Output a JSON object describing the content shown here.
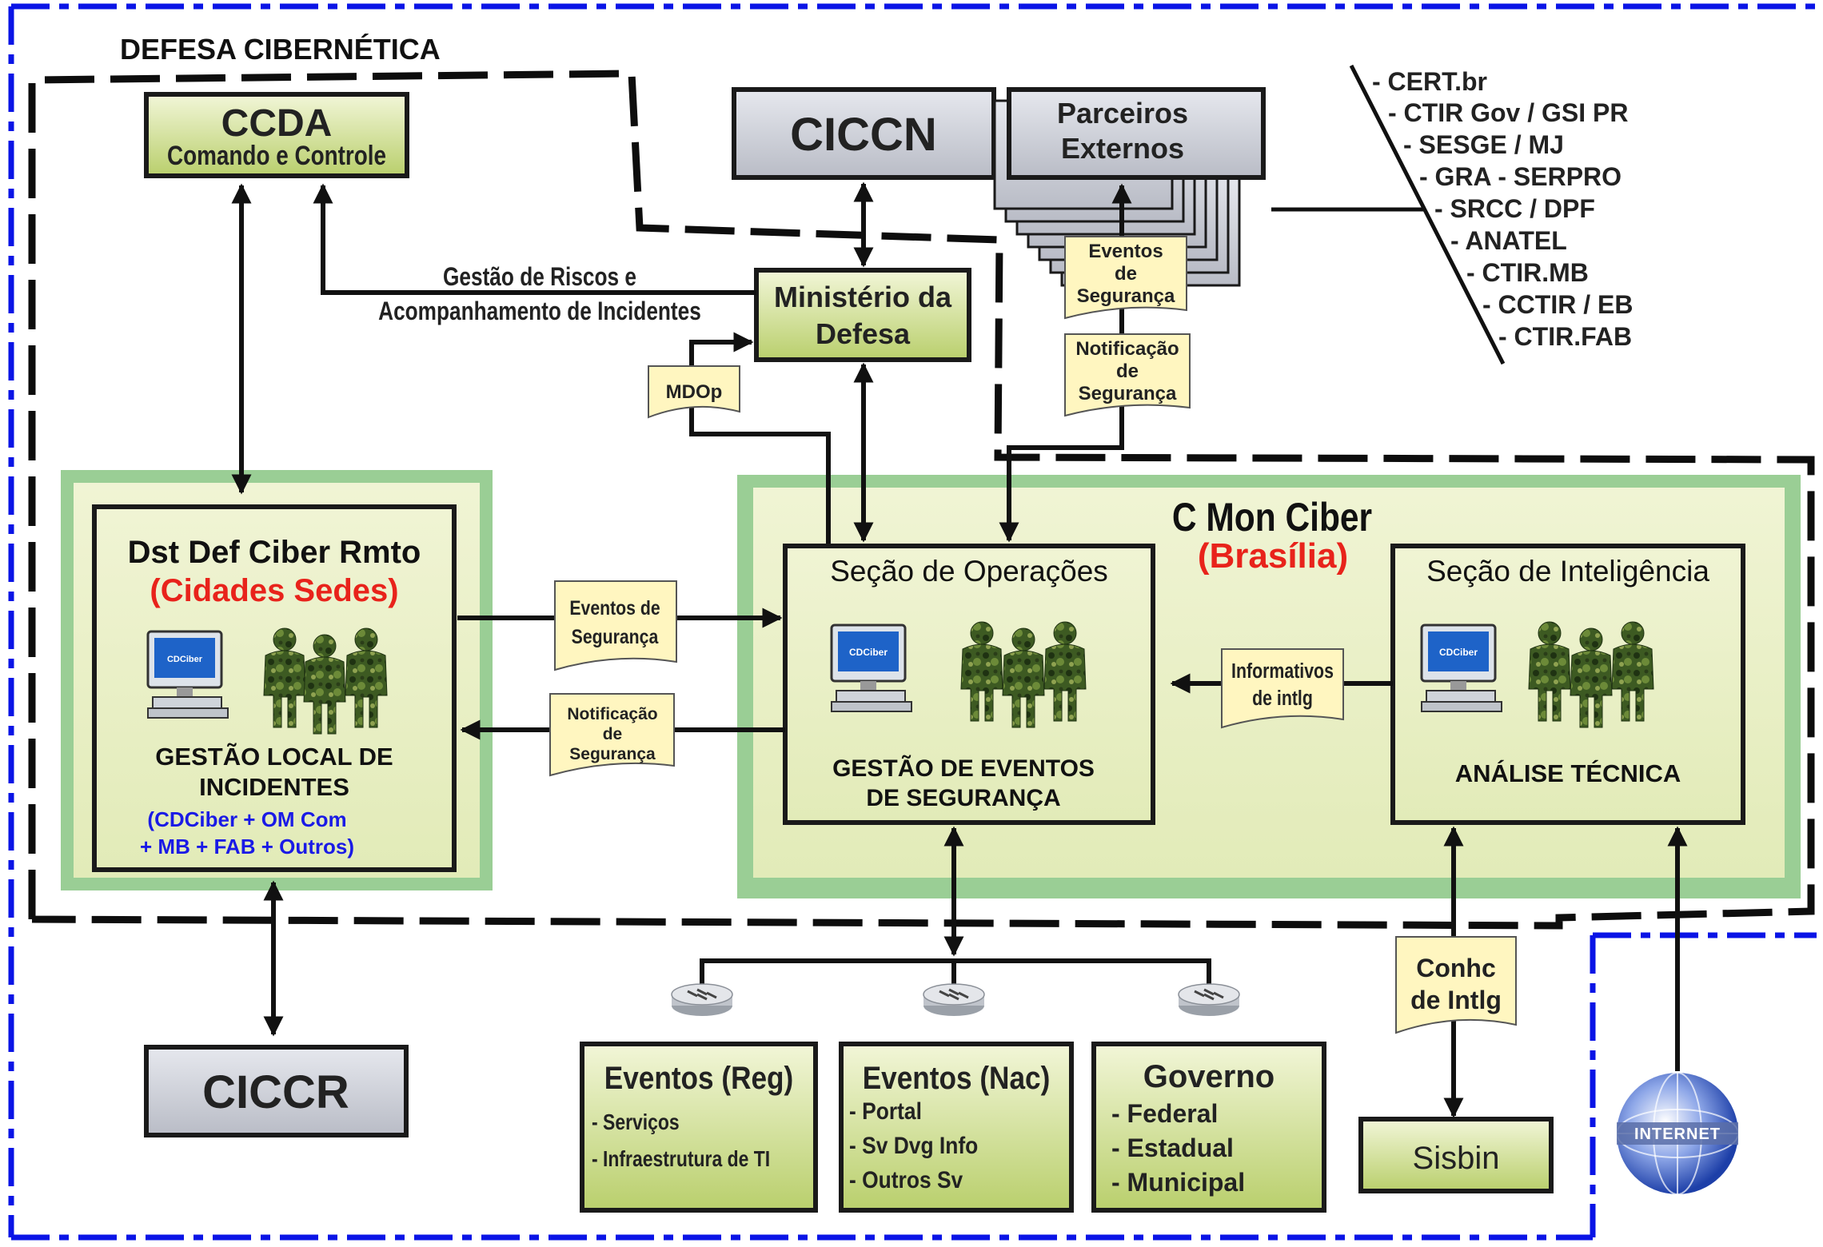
{
  "title": "DEFESA CIBERNÉTICA",
  "nodes": {
    "ccda": {
      "line1": "CCDA",
      "line2": "Comando e Controle"
    },
    "ciccn": {
      "label": "CICCN"
    },
    "parceiros": {
      "line1": "Parceiros",
      "line2": "Externos"
    },
    "ministerio": {
      "line1": "Ministério da",
      "line2": "Defesa"
    },
    "ciccr": {
      "label": "CICCR"
    },
    "sisbin": {
      "label": "Sisbin"
    },
    "internet": {
      "label": "INTERNET"
    }
  },
  "partners_list": [
    "- CERT.br",
    "- CTIR Gov / GSI PR",
    "- SESGE / MJ",
    "- GRA - SERPRO",
    "- SRCC / DPF",
    "- ANATEL",
    "- CTIR.MB",
    "- CCTIR / EB",
    "- CTIR.FAB"
  ],
  "dst": {
    "title": "Dst Def Ciber Rmto",
    "subtitle": "(Cidades Sedes)",
    "computer_label": "CDCiber",
    "role_line1": "GESTÃO LOCAL DE",
    "role_line2": "INCIDENTES",
    "members_line1": "(CDCiber + OM Com",
    "members_line2": "+ MB + FAB + Outros)"
  },
  "cmon": {
    "title": "C Mon Ciber",
    "subtitle": "(Brasília)"
  },
  "operacoes": {
    "title": "Seção de Operações",
    "computer_label": "CDCiber",
    "role_line1": "GESTÃO DE EVENTOS",
    "role_line2": "DE SEGURANÇA"
  },
  "inteligencia": {
    "title": "Seção de Inteligência",
    "computer_label": "CDCiber",
    "role": "ANÁLISE TÉCNICA"
  },
  "notes": {
    "gestao_riscos_1": "Gestão de Riscos e",
    "gestao_riscos_2": "Acompanhamento de Incidentes",
    "mdop": "MDOp",
    "ev_seg_top": [
      "Eventos",
      "de",
      "Segurança"
    ],
    "notif_top": [
      "Notificação",
      "de",
      "Segurança"
    ],
    "ev_seg_mid": [
      "Eventos de",
      "Segurança"
    ],
    "notif_mid": [
      "Notificação",
      "de",
      "Segurança"
    ],
    "informativos": [
      "Informativos",
      "de intlg"
    ],
    "conhc": [
      "Conhc",
      "de Intlg"
    ]
  },
  "sources": {
    "reg": {
      "title": "Eventos (Reg)",
      "items": [
        "- Serviços",
        "- Infraestrutura de TI"
      ]
    },
    "nac": {
      "title": "Eventos (Nac)",
      "items": [
        "- Portal",
        "- Sv Dvg Info",
        "- Outros Sv"
      ]
    },
    "gov": {
      "title": "Governo",
      "items": [
        "- Federal",
        "- Estadual",
        "- Municipal"
      ]
    }
  },
  "colors": {
    "green_light": "#e4edbd",
    "green_dark": "#b9cf6c",
    "green_halo": "#8fc98a",
    "grey_box": "#d8dbe3",
    "blue_border": "#0a14e6",
    "red": "#e8231b",
    "blue_text": "#1a1ae6",
    "note_yellow": "#fff6c0"
  }
}
